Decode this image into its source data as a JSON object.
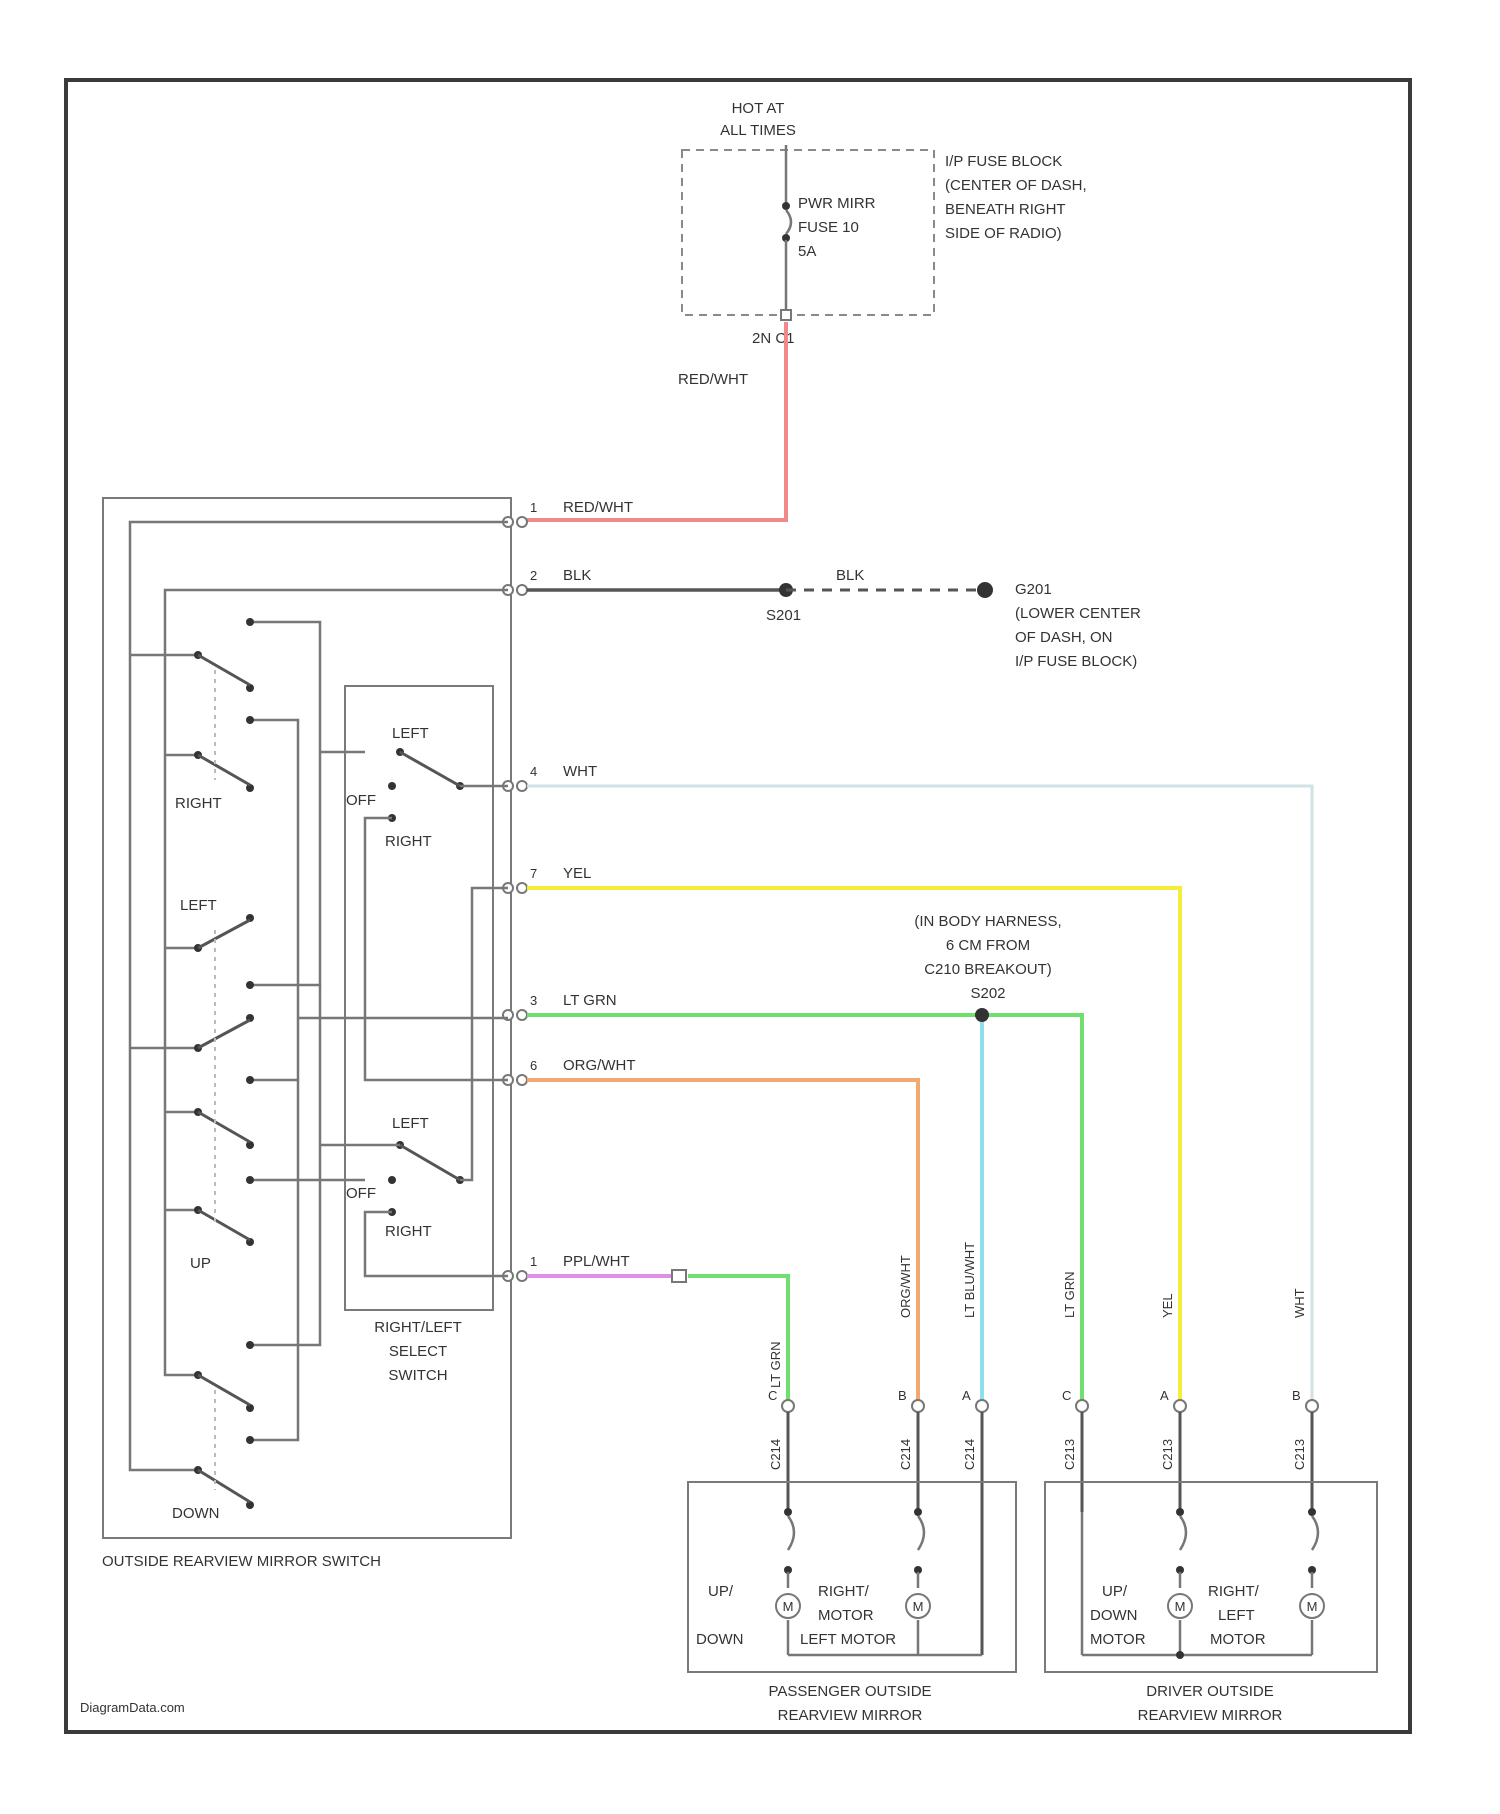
{
  "footer": {
    "watermark": "DiagramData.com"
  },
  "power": {
    "hot_label_1": "HOT AT",
    "hot_label_2": "ALL TIMES",
    "fuse_line_1": "PWR MIRR",
    "fuse_line_2": "FUSE 10",
    "fuse_line_3": "5A",
    "fuse_block_line_1": "I/P FUSE BLOCK",
    "fuse_block_line_2": "(CENTER OF DASH,",
    "fuse_block_line_3": "BENEATH RIGHT",
    "fuse_block_line_4": "SIDE OF RADIO)",
    "connector_label": "2N  C1",
    "wire_label": "RED/WHT"
  },
  "ground": {
    "splice_label": "S201",
    "ground_line_1": "G201",
    "ground_line_2": "(LOWER CENTER",
    "ground_line_3": "OF DASH, ON",
    "ground_line_4": "I/P FUSE BLOCK)",
    "wire_label": "BLK"
  },
  "splice": {
    "line_1": "(IN BODY HARNESS,",
    "line_2": "6 CM FROM",
    "line_3": "C210 BREAKOUT)",
    "line_4": "S202"
  },
  "switch_pins": [
    {
      "num": "1",
      "wire": "RED/WHT"
    },
    {
      "num": "2",
      "wire": "BLK"
    },
    {
      "num": "4",
      "wire": "WHT"
    },
    {
      "num": "7",
      "wire": "YEL"
    },
    {
      "num": "3",
      "wire": "LT GRN"
    },
    {
      "num": "6",
      "wire": "ORG/WHT"
    },
    {
      "num": "1",
      "wire": "PPL/WHT"
    }
  ],
  "switch": {
    "name": "OUTSIDE REARVIEW MIRROR SWITCH",
    "right_label": "RIGHT",
    "left_label": "LEFT",
    "up_label": "UP",
    "down_label": "DOWN"
  },
  "select_switch": {
    "name_1": "RIGHT/LEFT",
    "name_2": "SELECT",
    "name_3": "SWITCH",
    "left_label": "LEFT",
    "off_label": "OFF",
    "right_label": "RIGHT"
  },
  "mirror_wires": [
    {
      "wire": "LT GRN",
      "pin": "C",
      "conn": "C214"
    },
    {
      "wire": "ORG/WHT",
      "pin": "B",
      "conn": "C214"
    },
    {
      "wire": "LT BLU/WHT",
      "pin": "A",
      "conn": "C214"
    },
    {
      "wire": "LT GRN",
      "pin": "C",
      "conn": "C213"
    },
    {
      "wire": "YEL",
      "pin": "A",
      "conn": "C213"
    },
    {
      "wire": "WHT",
      "pin": "B",
      "conn": "C213"
    }
  ],
  "passenger_mirror": {
    "name_1": "PASSENGER OUTSIDE",
    "name_2": "REARVIEW MIRROR",
    "motor1_line_1": "UP/",
    "motor1_line_2": "DOWN",
    "motor2_line_1": "RIGHT/",
    "motor2_line_2": "MOTOR",
    "motor2_line_3": "LEFT MOTOR",
    "m_symbol": "M"
  },
  "driver_mirror": {
    "name_1": "DRIVER OUTSIDE",
    "name_2": "REARVIEW MIRROR",
    "motor1_line_1": "UP/",
    "motor1_line_2": "DOWN",
    "motor1_line_3": "MOTOR",
    "motor2_line_1": "RIGHT/",
    "motor2_line_2": "LEFT",
    "motor2_line_3": "MOTOR",
    "m_symbol": "M"
  },
  "colors": {
    "red_wht": "#f08a8a",
    "yel": "#f2ee3a",
    "lt_grn": "#6fe06f",
    "org_wht": "#f2a872",
    "lt_blu": "#8fe0ea",
    "ppl_wht": "#e08ee8",
    "wht": "#cfe3e6"
  }
}
